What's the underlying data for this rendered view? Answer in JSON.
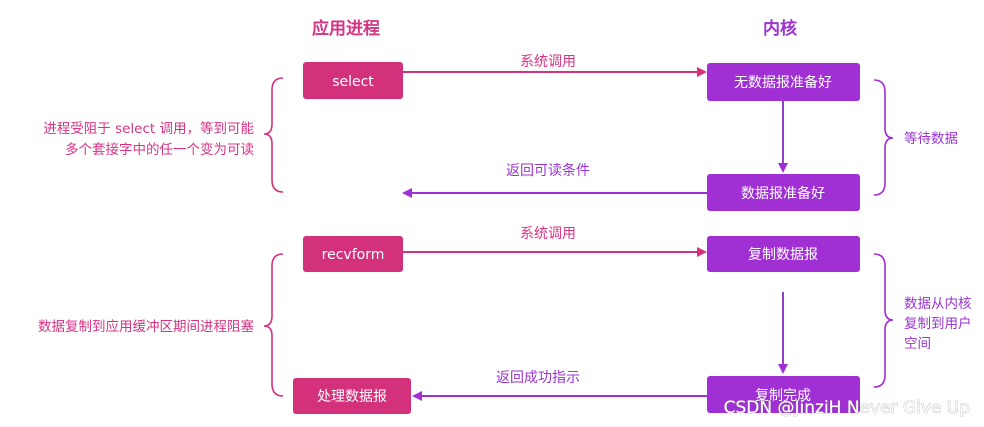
{
  "headers": {
    "app": "应用进程",
    "kernel": "内核"
  },
  "app_boxes": {
    "select": "select",
    "recvform": "recvform",
    "process": "处理数据报"
  },
  "kernel_boxes": {
    "not_ready": "无数据报准备好",
    "ready": "数据报准备好",
    "copy": "复制数据报",
    "copy_done": "复制完成"
  },
  "arrow_labels": {
    "syscall_1": "系统调用",
    "return_readable": "返回可读条件",
    "syscall_2": "系统调用",
    "return_success": "返回成功指示"
  },
  "side_notes": {
    "left_top_line1": "进程受阻于 select 调用，等到可能",
    "left_top_line2": "多个套接字中的任一个变为可读",
    "left_bottom": "数据复制到应用缓冲区期间进程阻塞",
    "right_top": "等待数据",
    "right_bottom_line1": "数据从内核",
    "right_bottom_line2": "复制到用户",
    "right_bottom_line3": "空间"
  },
  "watermark": "CSDN @JinziH Never Give Up",
  "colors": {
    "app_box": "#d4317d",
    "kernel_box": "#a030d4",
    "app_text": "#d63384",
    "kernel_text": "#9b35cf",
    "syscall_arrow": "#d4317d",
    "return_arrow": "#a030d4",
    "kernel_arrow": "#9340c8"
  }
}
